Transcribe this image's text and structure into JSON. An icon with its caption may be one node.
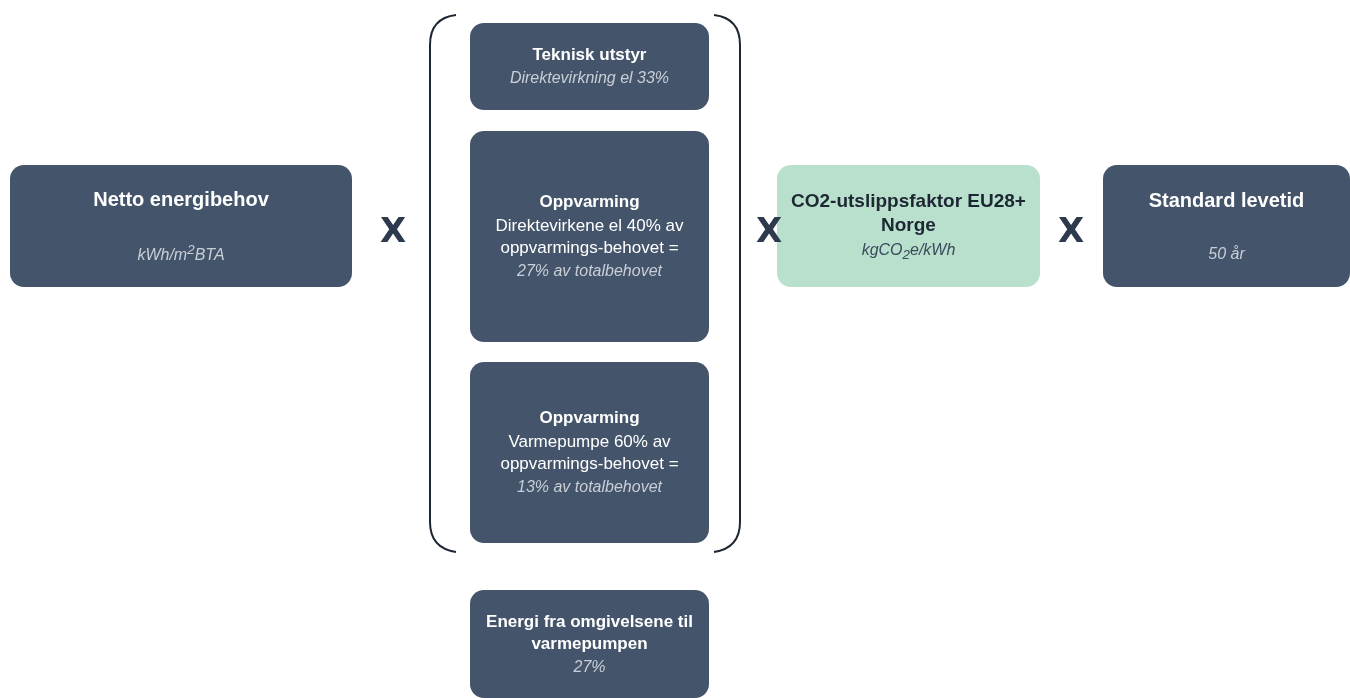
{
  "diagram": {
    "nodes": [
      {
        "text": [
          "Netto energibehov",
          "kWh/m$^{2}$BTA"
        ]
      },
      {
        "text": [
          "Teknisk utstyr",
          "Direktevirkning el 33%"
        ]
      },
      {
        "text": [
          "Oppvarming",
          "Direktevirkene el 40% av oppvarmings-behovet =",
          "27% av totalbehovet"
        ]
      },
      {
        "text": [
          "Oppvarming",
          "Varmepumpe 60% av oppvarmings-behovet =",
          "13% av totalbehovet"
        ]
      },
      {
        "text": [
          "CO2-utslippsfaktor EU28+ Norge",
          "kgCO$_{2}$e/kWh"
        ]
      },
      {
        "text": [
          "Standard levetid",
          "50 år"
        ]
      },
      {
        "text": [
          "Energi fra omgivelsene til varmepumpen",
          "27%"
        ]
      }
    ],
    "labels": [
      "X",
      "X",
      "X"
    ]
  }
}
